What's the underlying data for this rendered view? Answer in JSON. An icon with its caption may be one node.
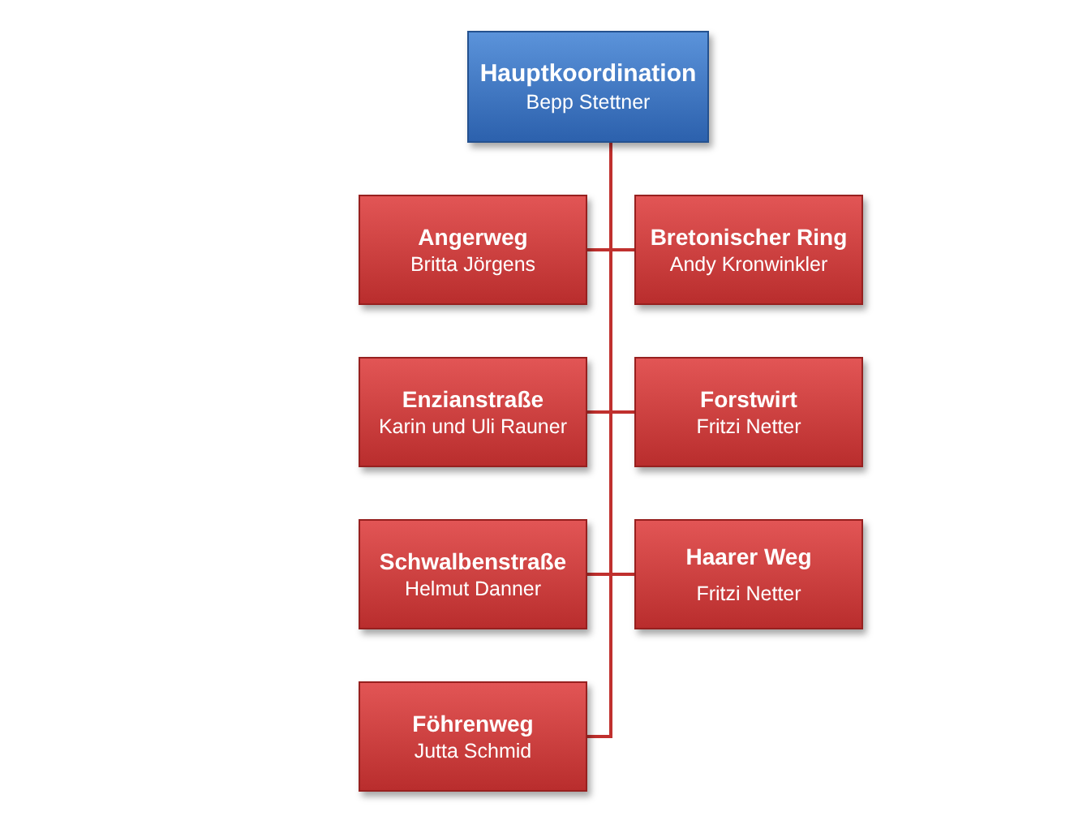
{
  "diagram": {
    "nodes": [
      {
        "text": [
          "Hauptkoordination",
          "Bepp Stettner"
        ]
      },
      {
        "text": [
          "Angerweg",
          "Britta Jörgens"
        ]
      },
      {
        "text": [
          "Bretonischer Ring",
          "Andy Kronwinkler"
        ]
      },
      {
        "text": [
          "Enzianstraße",
          "Karin und Uli Rauner"
        ]
      },
      {
        "text": [
          "Forstwirt",
          "Fritzi Netter"
        ]
      },
      {
        "text": [
          "Schwalbenstraße",
          "Helmut Danner"
        ]
      },
      {
        "text": [
          "Haarer Weg",
          "Fritzi Netter"
        ]
      },
      {
        "text": [
          "Föhrenweg",
          "Jutta Schmid"
        ]
      }
    ],
    "edges": [
      {
        "from": 0,
        "to": 1,
        "arrow": "none"
      },
      {
        "from": 0,
        "to": 2,
        "arrow": "none"
      },
      {
        "from": 0,
        "to": 3,
        "arrow": "none"
      },
      {
        "from": 0,
        "to": 4,
        "arrow": "none"
      },
      {
        "from": 0,
        "to": 5,
        "arrow": "none"
      },
      {
        "from": 0,
        "to": 6,
        "arrow": "none"
      },
      {
        "from": 0,
        "to": 7,
        "arrow": "none"
      }
    ]
  }
}
